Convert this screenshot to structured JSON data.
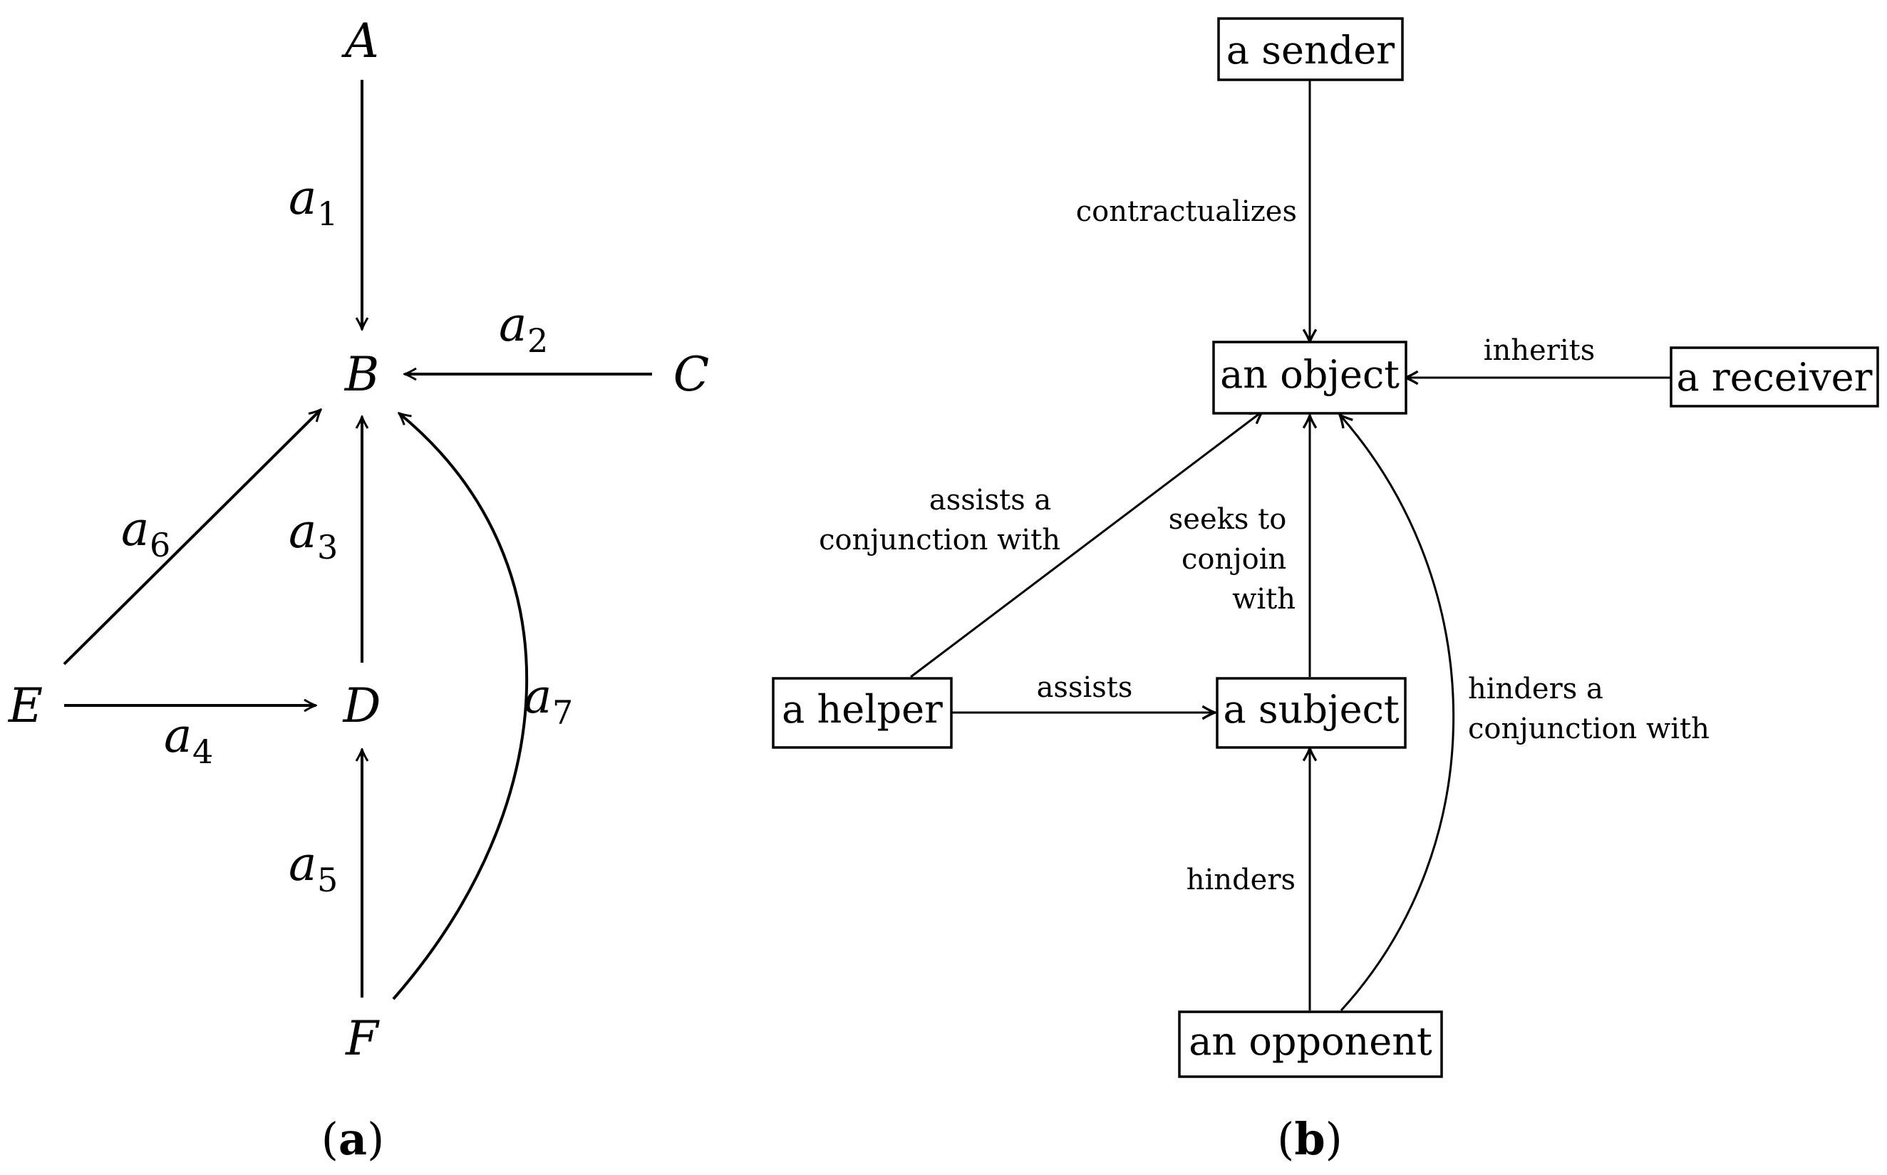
{
  "diagram_a": {
    "caption": {
      "open": "(",
      "letter": "a",
      "close": ")"
    },
    "nodes": {
      "A": "A",
      "B": "B",
      "C": "C",
      "D": "D",
      "E": "E",
      "F": "F"
    },
    "edges": [
      {
        "id": "a1",
        "base": "a",
        "sub": "1"
      },
      {
        "id": "a2",
        "base": "a",
        "sub": "2"
      },
      {
        "id": "a3",
        "base": "a",
        "sub": "3"
      },
      {
        "id": "a4",
        "base": "a",
        "sub": "4"
      },
      {
        "id": "a5",
        "base": "a",
        "sub": "5"
      },
      {
        "id": "a6",
        "base": "a",
        "sub": "6"
      },
      {
        "id": "a7",
        "base": "a",
        "sub": "7"
      }
    ]
  },
  "diagram_b": {
    "caption": {
      "open": "(",
      "letter": "b",
      "close": ")"
    },
    "nodes": {
      "sender": "a sender",
      "object": "an object",
      "receiver": "a receiver",
      "helper": "a helper",
      "subject": "a subject",
      "opponent": "an opponent"
    },
    "edges": {
      "contractualizes": "contractualizes",
      "inherits": "inherits",
      "assists_conj": [
        "assists a",
        "conjunction with"
      ],
      "seeks": [
        "seeks to",
        "conjoin",
        "with"
      ],
      "assists": "assists",
      "hinders_conj": [
        "hinders a",
        "conjunction with"
      ],
      "hinders": "hinders"
    }
  }
}
